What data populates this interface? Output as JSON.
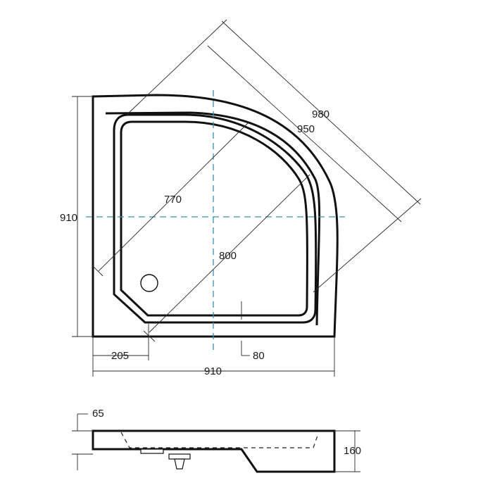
{
  "plan": {
    "dims": {
      "height_left": "910",
      "width_bottom": "910",
      "diag_outer": "980",
      "diag_inner": "950",
      "basin_diag": "770",
      "basin_depth": "800",
      "drain_offset": "205",
      "edge_offset": "80"
    },
    "colors": {
      "outline": "#111111",
      "dim_line": "#2a2a2a",
      "center_axis": "#3d8fb0"
    }
  },
  "profile": {
    "dims": {
      "rim_thickness": "65",
      "total_height": "160"
    }
  }
}
